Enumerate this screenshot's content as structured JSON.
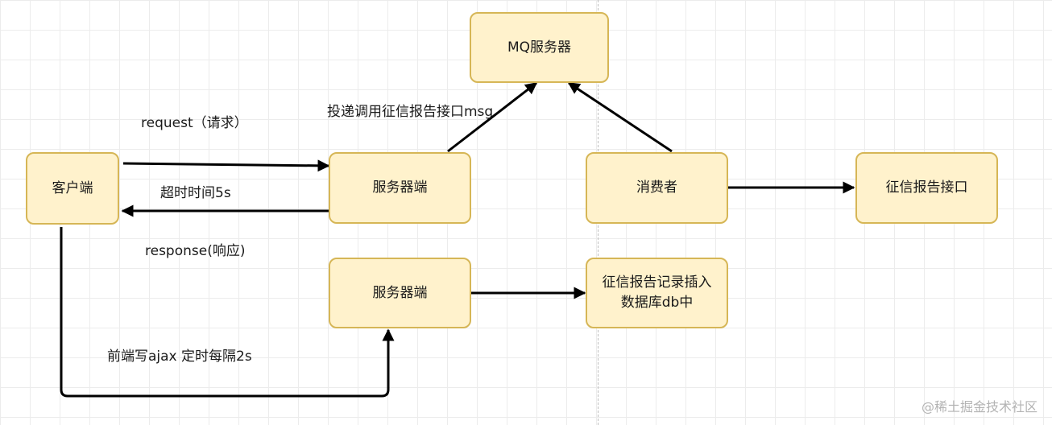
{
  "nodes": {
    "mq_server": {
      "label": "MQ服务器"
    },
    "client": {
      "label": "客户端"
    },
    "server_main": {
      "label": "服务器端"
    },
    "consumer": {
      "label": "消费者"
    },
    "credit_api": {
      "label": "征信报告接口"
    },
    "server_secondary": {
      "label": "服务器端"
    },
    "db_insert": {
      "label_line1": "征信报告记录插入",
      "label_line2": "数据库db中"
    }
  },
  "edge_labels": {
    "deliver": "投递调用征信报告接口msg",
    "request": "request（请求）",
    "timeout": "超时时间5s",
    "response": "response(响应)",
    "polling": "前端写ajax 定时每隔2s"
  },
  "watermark": "@稀土掘金技术社区",
  "colors": {
    "node_fill": "#fff2cc",
    "node_border": "#d6b656",
    "edge": "#000000"
  }
}
